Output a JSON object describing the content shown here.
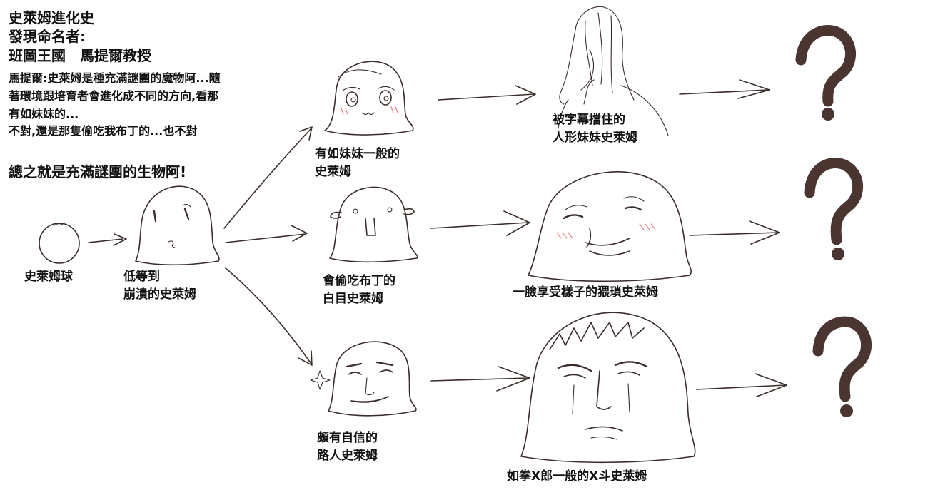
{
  "title_block": {
    "lines": [
      "史萊姆進化史",
      "發現命名者:",
      "班圖王國　馬提爾教授"
    ]
  },
  "description": {
    "lines": [
      "馬提爾:史萊姆是種充滿謎團的魔物阿...隨",
      "著環境跟培育者會進化成不同的方向,看那",
      "有如妹妹的...",
      "不對,還是那隻偷吃我布丁的...也不對"
    ],
    "conclusion": "總之就是充滿謎團的生物阿!"
  },
  "stages": {
    "ball": "史萊姆球",
    "base": [
      "低等到",
      "崩潰的史萊姆"
    ]
  },
  "branches": [
    {
      "stage2": [
        "有如妹妹一般的",
        "史萊姆"
      ],
      "stage3": [
        "被字幕擋住的",
        "人形妹妹史萊姆"
      ],
      "stage4": "?"
    },
    {
      "stage2": [
        "會偷吃布丁的",
        "白目史萊姆"
      ],
      "stage3": [
        "一臉享受樣子的猥瑣史萊姆"
      ],
      "stage4": "?"
    },
    {
      "stage2": [
        "頗有自信的",
        "路人史萊姆"
      ],
      "stage3": [
        "如拳X郎一般的X斗史萊姆"
      ],
      "stage4": "?"
    }
  ],
  "colors": {
    "ink": "#3a2d2a",
    "question_mark": "#4a3531",
    "blush": "#e9898a",
    "background": "#ffffff"
  }
}
